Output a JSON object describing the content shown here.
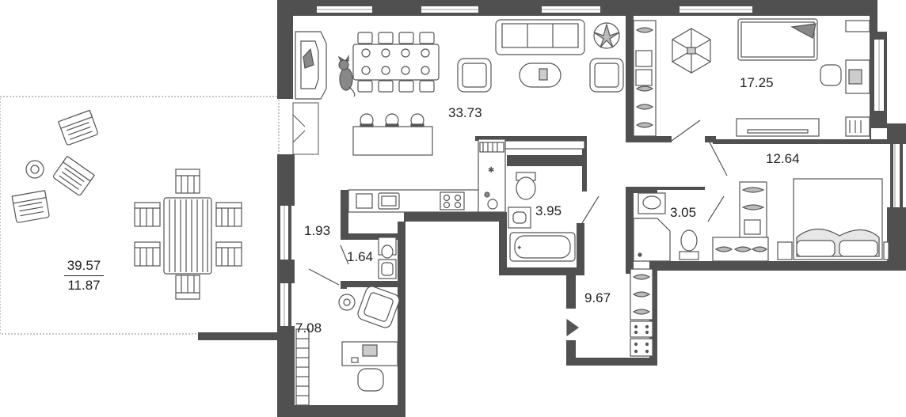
{
  "plan": {
    "colors": {
      "wall": "#505050",
      "furniture_stroke": "#555555",
      "furniture_fill": "#ffffff",
      "background": "#ffffff",
      "terrace_border": "#888888"
    },
    "rooms": [
      {
        "id": "living",
        "area": "33.73"
      },
      {
        "id": "bedroom-1",
        "area": "17.25"
      },
      {
        "id": "bedroom-2",
        "area": "12.64"
      },
      {
        "id": "bathroom-1",
        "area": "3.95"
      },
      {
        "id": "bathroom-2",
        "area": "3.05"
      },
      {
        "id": "storage",
        "area": "1.93"
      },
      {
        "id": "wc",
        "area": "1.64"
      },
      {
        "id": "hall",
        "area": "9.67"
      },
      {
        "id": "study",
        "area": "7.08"
      }
    ],
    "terrace": {
      "area_total": "39.57",
      "area_reduced": "11.87"
    }
  }
}
